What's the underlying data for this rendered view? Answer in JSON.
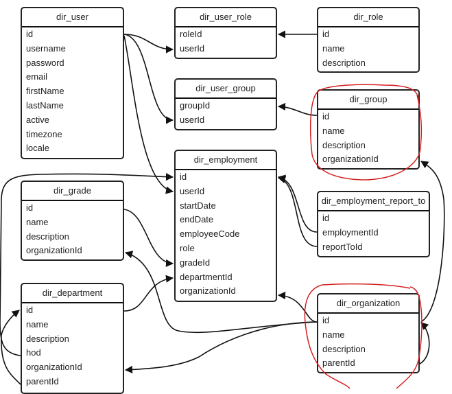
{
  "diagram": {
    "type": "entity-relationship",
    "tables": [
      {
        "id": "dir_user",
        "name": "dir_user",
        "fields": [
          "id",
          "username",
          "password",
          "email",
          "firstName",
          "lastName",
          "active",
          "timezone",
          "locale"
        ]
      },
      {
        "id": "dir_user_role",
        "name": "dir_user_role",
        "fields": [
          "roleId",
          "userId"
        ]
      },
      {
        "id": "dir_role",
        "name": "dir_role",
        "fields": [
          "id",
          "name",
          "description"
        ]
      },
      {
        "id": "dir_user_group",
        "name": "dir_user_group",
        "fields": [
          "groupId",
          "userId"
        ]
      },
      {
        "id": "dir_group",
        "name": "dir_group",
        "fields": [
          "id",
          "name",
          "description",
          "organizationId"
        ],
        "highlighted": true
      },
      {
        "id": "dir_employment",
        "name": "dir_employment",
        "fields": [
          "id",
          "userId",
          "startDate",
          "endDate",
          "employeeCode",
          "role",
          "gradeId",
          "departmentId",
          "organizationId"
        ]
      },
      {
        "id": "dir_employment_report_to",
        "name": "dir_employment_report_to",
        "fields": [
          "id",
          "employmentId",
          "reportToId"
        ]
      },
      {
        "id": "dir_grade",
        "name": "dir_grade",
        "fields": [
          "id",
          "name",
          "description",
          "organizationId"
        ]
      },
      {
        "id": "dir_department",
        "name": "dir_department",
        "fields": [
          "id",
          "name",
          "description",
          "hod",
          "organizationId",
          "parentId"
        ]
      },
      {
        "id": "dir_organization",
        "name": "dir_organization",
        "fields": [
          "id",
          "name",
          "description",
          "parentId"
        ],
        "highlighted": true
      }
    ],
    "relationships": [
      {
        "from": "dir_user.id",
        "to": "dir_user_role.userId"
      },
      {
        "from": "dir_user.id",
        "to": "dir_user_group.userId"
      },
      {
        "from": "dir_user.id",
        "to": "dir_employment.userId"
      },
      {
        "from": "dir_role.id",
        "to": "dir_user_role.roleId"
      },
      {
        "from": "dir_group.id",
        "to": "dir_user_group.groupId"
      },
      {
        "from": "dir_department.hod",
        "to": "dir_employment.id"
      },
      {
        "from": "dir_employment_report_to.employmentId",
        "to": "dir_employment.id"
      },
      {
        "from": "dir_employment_report_to.reportToId",
        "to": "dir_employment.id"
      },
      {
        "from": "dir_grade.id",
        "to": "dir_employment.gradeId"
      },
      {
        "from": "dir_department.id",
        "to": "dir_employment.departmentId"
      },
      {
        "from": "dir_organization.id",
        "to": "dir_employment.organizationId"
      },
      {
        "from": "dir_organization.id",
        "to": "dir_grade.organizationId"
      },
      {
        "from": "dir_organization.id",
        "to": "dir_department.organizationId"
      },
      {
        "from": "dir_organization.id",
        "to": "dir_group.organizationId"
      },
      {
        "from": "dir_organization.parentId",
        "to": "dir_organization.id"
      },
      {
        "from": "dir_department.parentId",
        "to": "dir_department.id"
      }
    ],
    "annotation_color": "#d42020",
    "line_color": "#111111"
  }
}
